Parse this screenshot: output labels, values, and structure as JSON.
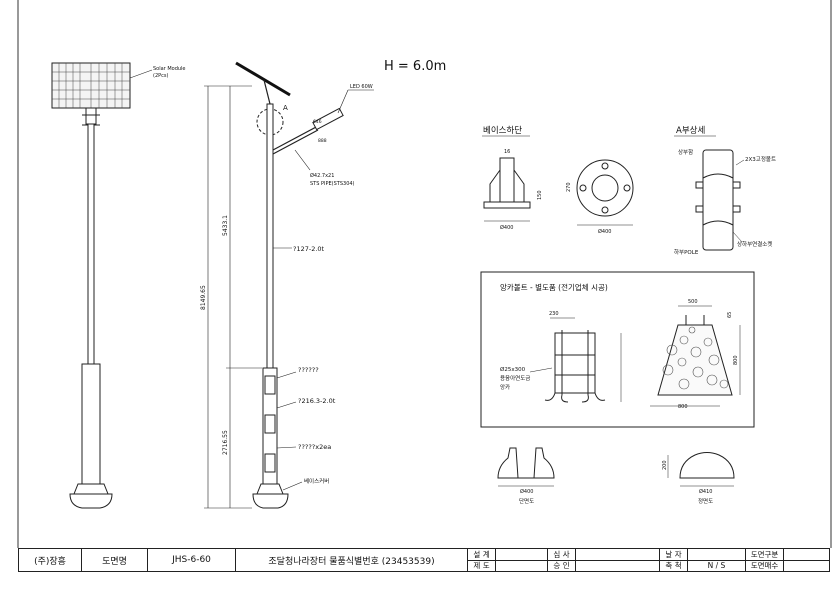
{
  "height_label": "H = 6.0m",
  "main_pole": {
    "solar_module_label": "Solar Module",
    "solar_module_sub": "(2Pcs)",
    "led_label": "LED 60W",
    "detail_mark": "A",
    "arm_dim": "646",
    "arm_dim2": "888",
    "pipe_dim": "Ø42.7x21",
    "pipe_label": "STS PIPE(STS304)",
    "dim_upper": "5433.1",
    "dim_total": "8149.65",
    "dim_lower": "2716.55",
    "upper_tube": "?127-2.0t",
    "note_unknown": "??????",
    "lower_tube": "?216.3-2.0t",
    "hinge_label": "?????x2ea",
    "base_cover": "베이스커버"
  },
  "base_detail": {
    "title": "베이스하단",
    "dim_top": "16",
    "dim_side": "150",
    "dim_bottom": "Ø400",
    "dim_plan_side": "270",
    "dim_plan_bottom": "Ø400"
  },
  "a_detail": {
    "title": "A부상세",
    "top_label": "상부함",
    "bolt_label": "2X3고정볼트",
    "bottom_label": "하부POLE",
    "joint_label": "상하부연결소켓"
  },
  "anchor": {
    "title": "앙카볼트 - 별도품 (전기업체 시공)",
    "dim_230": "230",
    "bolt_spec1": "Ø25x300",
    "bolt_spec2": "용융아연도금",
    "bolt_spec3": "앙카",
    "dim_500": "500",
    "dim_65": "65",
    "dim_800_side": "800",
    "dim_800_bottom": "800"
  },
  "cover": {
    "left_dim": "Ø400",
    "left_caption": "단면도",
    "right_dim_h": "200",
    "right_dim": "Ø410",
    "right_caption": "정면도"
  },
  "title_block": {
    "company": "(주)장흥",
    "drawing_name_label": "도면명",
    "drawing_code": "JHS-6-60",
    "drawing_title": "조달청나라장터 물품식별번호 (23453539)",
    "design": "설  계",
    "drafting": "제  도",
    "review": "심  사",
    "approve": "승  인",
    "date": "날  자",
    "scale": "축  척",
    "scale_value": "N / S",
    "category": "도면구분",
    "sheets": "도면매수"
  }
}
